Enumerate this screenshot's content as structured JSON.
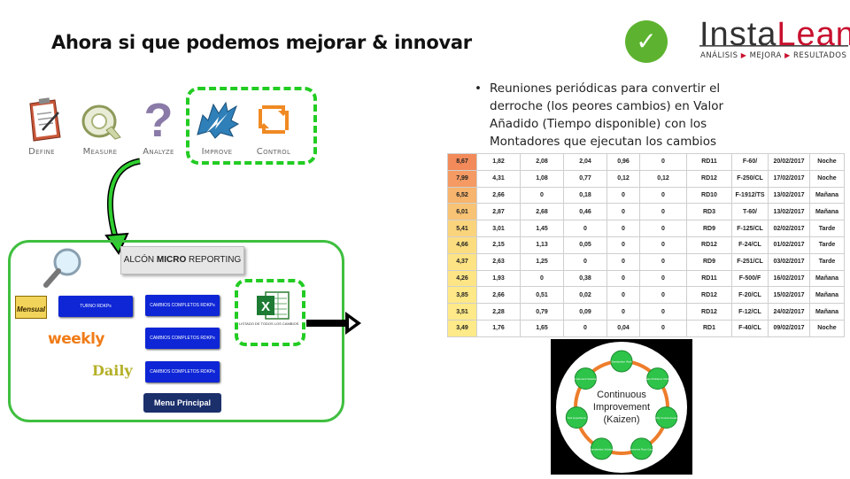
{
  "title": "Ahora si que podemos mejorar & innovar",
  "logo": {
    "brand_a": "Insta",
    "brand_b": "Lean",
    "tag1": "ANÁLISIS",
    "tag2": "MEJORA",
    "tag3": "RESULTADOS"
  },
  "check_icon": "check-circle-icon",
  "dmaic": [
    {
      "label": "Define",
      "icon": "clipboard-icon"
    },
    {
      "label": "Measure",
      "icon": "tape-measure-icon"
    },
    {
      "label": "Analyze",
      "icon": "question-mark-icon"
    },
    {
      "label": "Improve",
      "icon": "lightning-icon"
    },
    {
      "label": "Control",
      "icon": "cycle-arrows-icon"
    }
  ],
  "panel": {
    "reporting_a": "ALCÓN ",
    "reporting_b": "MICRO",
    "reporting_c": " REPORTING",
    "mensual": "Mensual",
    "weekly": "weekly",
    "daily": "Daily",
    "btn_turno": "TURNO RDKPs",
    "btn_cambios1": "CAMBIOS COMPLETOS RDKPs",
    "btn_cambios2": "CAMBIOS COMPLETOS RDKPs",
    "btn_cambios3": "CAMBIOS COMPLETOS RDKPs",
    "menu": "Menu Principal",
    "excel_caption": "LISTADO DE TODOS LOS CAMBIOS"
  },
  "bullet": "Reuniones periódicas para convertir el derroche (los peores cambios) en Valor Añadido (Tiempo disponible) con los Montadores que ejecutan los cambios",
  "table": {
    "rows": [
      [
        "8,67",
        "1,82",
        "2,08",
        "2,04",
        "0,96",
        "0",
        "RD11",
        "F-60/",
        "20/02/2017",
        "Noche"
      ],
      [
        "7,99",
        "4,31",
        "1,08",
        "0,77",
        "0,12",
        "0,12",
        "RD12",
        "F-250/CL",
        "17/02/2017",
        "Noche"
      ],
      [
        "6,52",
        "2,66",
        "0",
        "0,18",
        "0",
        "0",
        "RD10",
        "F-1912/TS",
        "13/02/2017",
        "Mañana"
      ],
      [
        "6,01",
        "2,87",
        "2,68",
        "0,46",
        "0",
        "0",
        "RD3",
        "T-60/",
        "13/02/2017",
        "Mañana"
      ],
      [
        "5,41",
        "3,01",
        "1,45",
        "0",
        "0",
        "0",
        "RD9",
        "F-125/CL",
        "02/02/2017",
        "Tarde"
      ],
      [
        "4,66",
        "2,15",
        "1,13",
        "0,05",
        "0",
        "0",
        "RD12",
        "F-24/CL",
        "01/02/2017",
        "Tarde"
      ],
      [
        "4,37",
        "2,63",
        "1,25",
        "0",
        "0",
        "0",
        "RD9",
        "F-251/CL",
        "03/02/2017",
        "Tarde"
      ],
      [
        "4,26",
        "1,93",
        "0",
        "0,38",
        "0",
        "0",
        "RD11",
        "F-500/F",
        "16/02/2017",
        "Mañana"
      ],
      [
        "3,85",
        "2,66",
        "0,51",
        "0,02",
        "0",
        "0",
        "RD12",
        "F-20/CL",
        "15/02/2017",
        "Mañana"
      ],
      [
        "3,51",
        "2,28",
        "0,79",
        "0,09",
        "0",
        "0",
        "RD12",
        "F-12/CL",
        "24/02/2017",
        "Mañana"
      ],
      [
        "3,49",
        "1,76",
        "1,65",
        "0",
        "0,04",
        "0",
        "RD1",
        "F-40/CL",
        "09/02/2017",
        "Noche"
      ]
    ],
    "heat_colors": [
      "#f28a5a",
      "#f49a62",
      "#f6b46d",
      "#f8c374",
      "#fad47c",
      "#fbdd80",
      "#fde384",
      "#fde586",
      "#fee887",
      "#ffe988",
      "#ffea89"
    ]
  },
  "kaizen": {
    "line1": "Continuous",
    "line2": "Improvement",
    "line3": "(Kaizen)",
    "steps": [
      "Standardize Work",
      "Make Problems Visible",
      "Identify Countermeasures",
      "Determine Root Cause",
      "Standardize Solution",
      "Test Hypothesis",
      "Implement Solution"
    ]
  }
}
